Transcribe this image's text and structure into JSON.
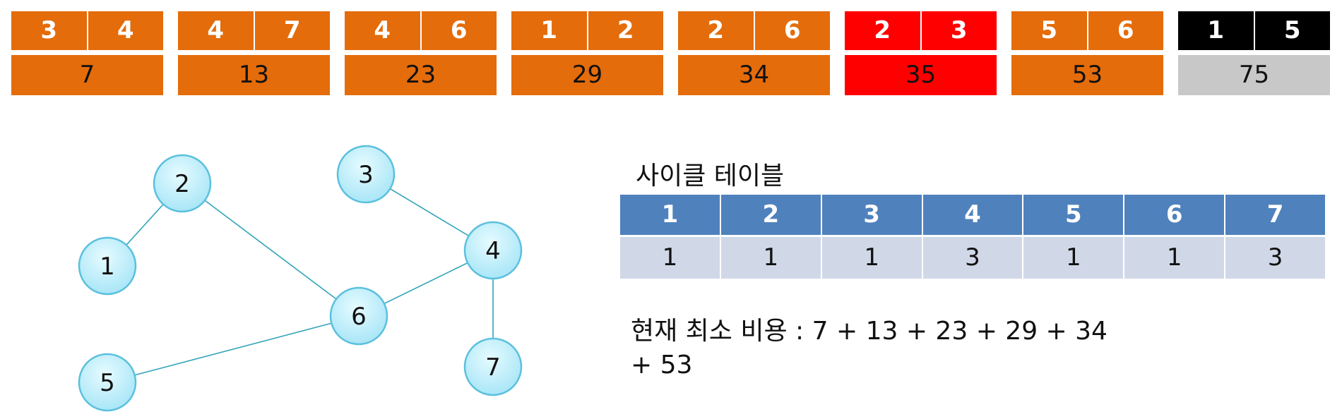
{
  "colors": {
    "orange": "#e46c0a",
    "red": "#ff0000",
    "black": "#000000",
    "gray": "#c8c8c8",
    "table_header": "#4f81bd",
    "table_cell": "#d0d8e8",
    "node_fill": "#bfeffc",
    "node_stroke": "#5bc0de",
    "edge_line": "#31a4b8"
  },
  "edges": [
    {
      "a": "3",
      "b": "4",
      "cost": "7",
      "top_color": "#e46c0a",
      "bottom_color": "#e46c0a"
    },
    {
      "a": "4",
      "b": "7",
      "cost": "13",
      "top_color": "#e46c0a",
      "bottom_color": "#e46c0a"
    },
    {
      "a": "4",
      "b": "6",
      "cost": "23",
      "top_color": "#e46c0a",
      "bottom_color": "#e46c0a"
    },
    {
      "a": "1",
      "b": "2",
      "cost": "29",
      "top_color": "#e46c0a",
      "bottom_color": "#e46c0a"
    },
    {
      "a": "2",
      "b": "6",
      "cost": "34",
      "top_color": "#e46c0a",
      "bottom_color": "#e46c0a"
    },
    {
      "a": "2",
      "b": "3",
      "cost": "35",
      "top_color": "#ff0000",
      "bottom_color": "#ff0000"
    },
    {
      "a": "5",
      "b": "6",
      "cost": "53",
      "top_color": "#e46c0a",
      "bottom_color": "#e46c0a"
    },
    {
      "a": "1",
      "b": "5",
      "cost": "75",
      "top_color": "#000000",
      "bottom_color": "#c8c8c8"
    }
  ],
  "graph": {
    "nodes": [
      "1",
      "2",
      "3",
      "4",
      "5",
      "6",
      "7"
    ],
    "links": [
      [
        "1",
        "2"
      ],
      [
        "2",
        "6"
      ],
      [
        "3",
        "4"
      ],
      [
        "4",
        "6"
      ],
      [
        "4",
        "7"
      ],
      [
        "5",
        "6"
      ]
    ]
  },
  "cycle_table": {
    "title": "사이클 테이블",
    "headers": [
      "1",
      "2",
      "3",
      "4",
      "5",
      "6",
      "7"
    ],
    "values": [
      "1",
      "1",
      "1",
      "3",
      "1",
      "1",
      "3"
    ]
  },
  "current_cost": {
    "line1": "현재 최소 비용 : 7 + 13 + 23 + 29 + 34",
    "line2": "+ 53"
  }
}
